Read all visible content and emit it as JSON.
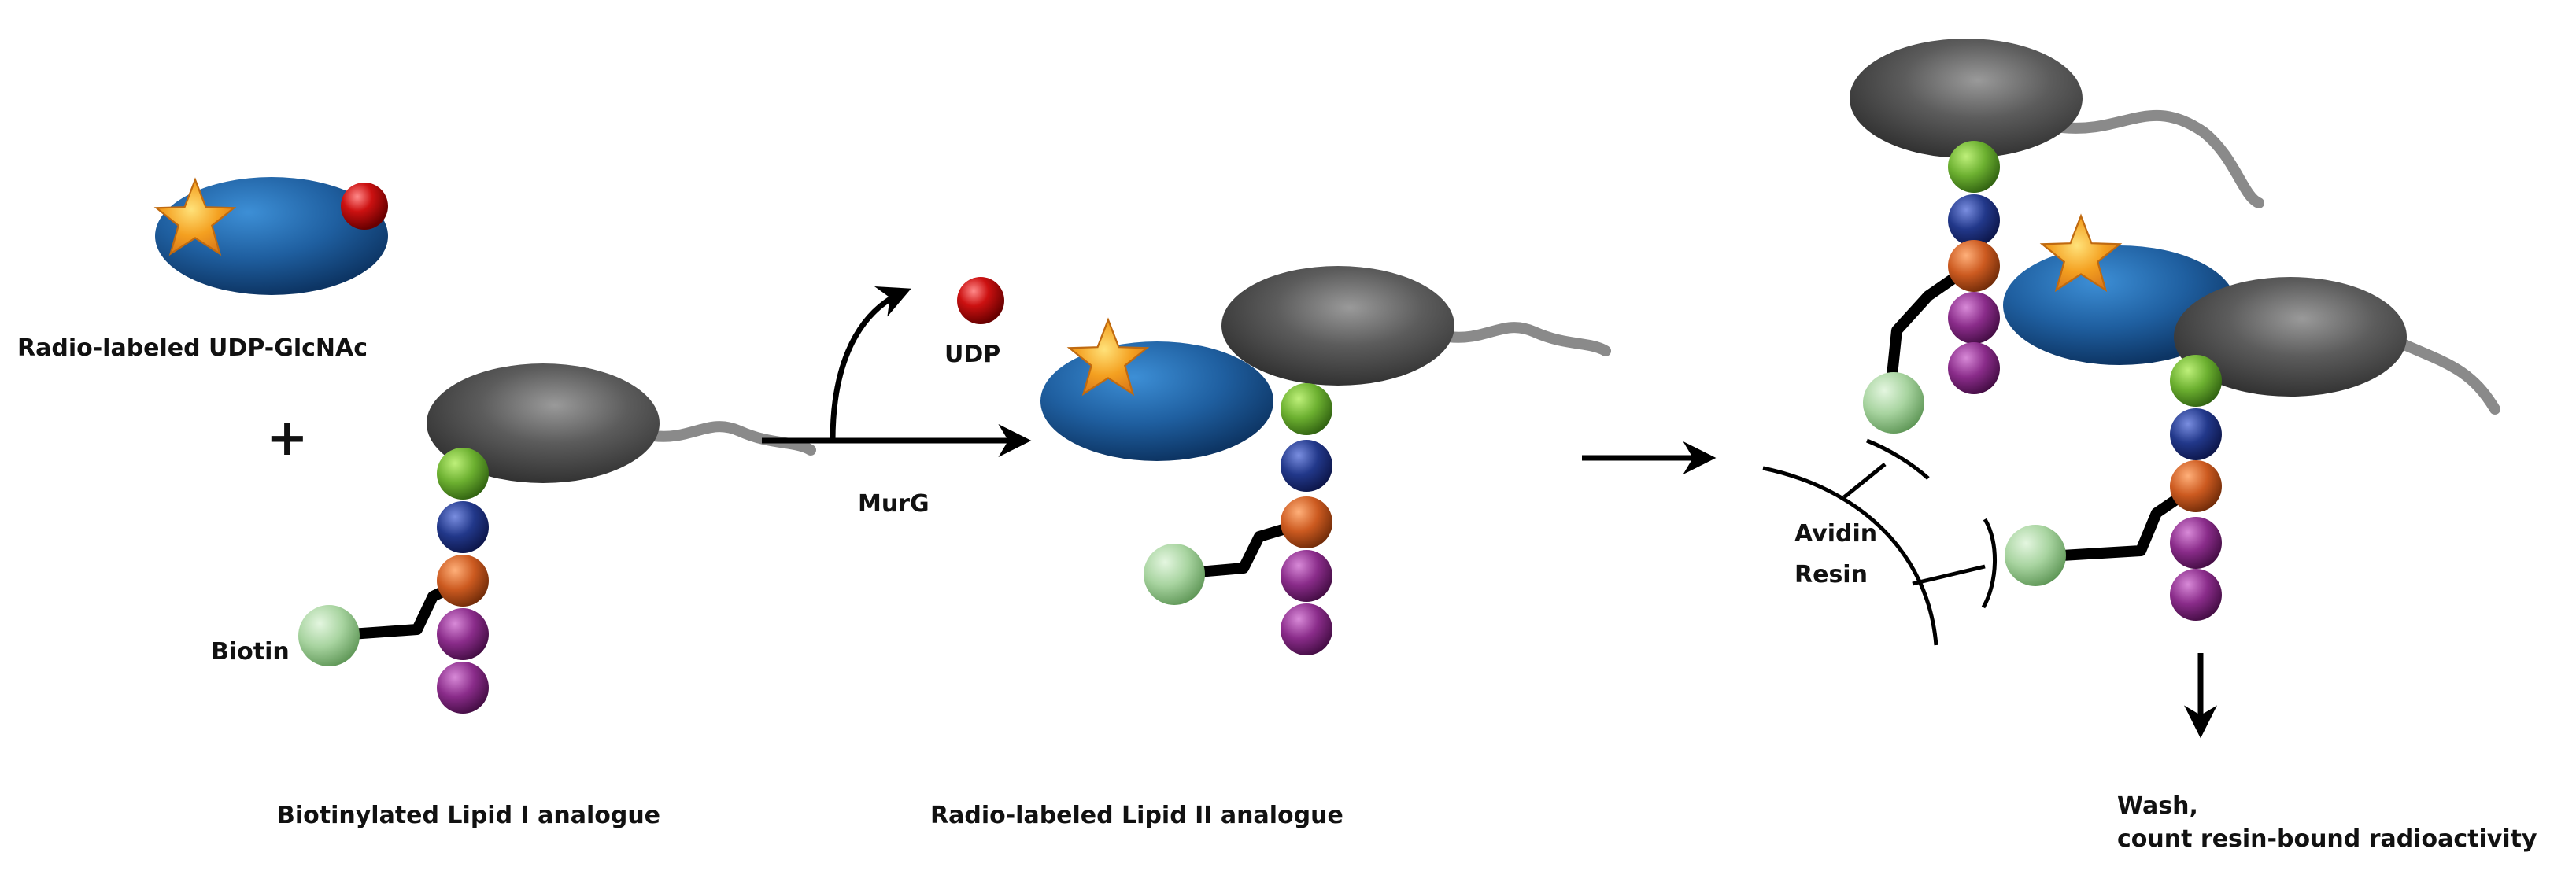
{
  "labels": {
    "udp_glcnac": "Radio-labeled UDP-GlcNAc",
    "plus": "+",
    "biotin": "Biotin",
    "lipid1": "Biotinylated Lipid I analogue",
    "udp": "UDP",
    "murg": "MurG",
    "lipid2": "Radio-labeled Lipid II analogue",
    "avidin": "Avidin",
    "resin": "Resin",
    "wash": "Wash,",
    "count": "count resin-bound radioactivity"
  },
  "colors": {
    "glcnac_blue": "#1f5fa0",
    "lipid_gray": "#5c5c5c",
    "udp_red": "#cc1111",
    "star_orange": "#f4a020",
    "biotin_green": "#a8d4a0",
    "pep_green": "#6cb030",
    "pep_blue": "#22388a",
    "pep_orange": "#cc5a20",
    "pep_purple": "#8a2c8a"
  }
}
